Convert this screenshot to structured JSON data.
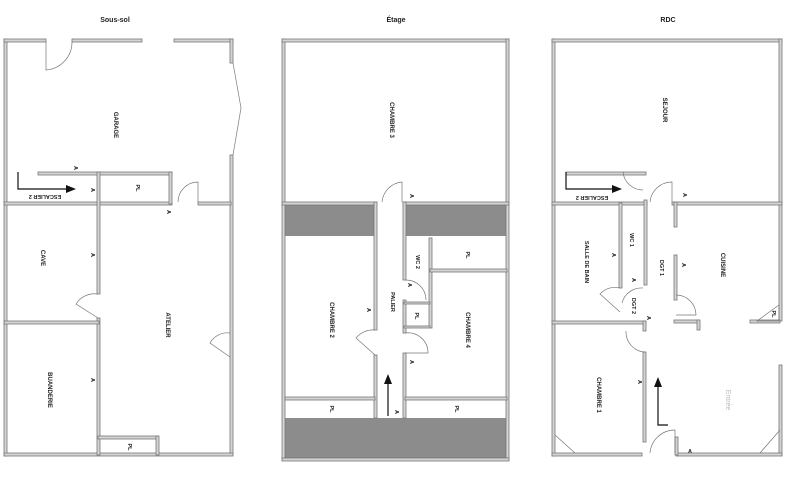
{
  "plans": [
    {
      "title": "Sous-sol",
      "rooms": {
        "garage": "GARAGE",
        "cave": "CAVE",
        "atelier": "ATELIER",
        "buanderie": "BUANDERIE",
        "escalier": "ESCALIER 2",
        "pl1": "PL",
        "pl2": "PL"
      },
      "marks": [
        "A",
        "A",
        "A",
        "A",
        "A"
      ]
    },
    {
      "title": "Étage",
      "rooms": {
        "chambre3": "CHAMBRE 3",
        "chambre2": "CHAMBRE 2",
        "palier": "PALIER",
        "wc2": "WC 2",
        "pl1": "PL",
        "pl2": "PL",
        "chambre4": "CHAMBRE 4",
        "pl3": "PL",
        "pl4": "PL"
      },
      "marks": [
        "A",
        "A",
        "A",
        "A",
        "A"
      ]
    },
    {
      "title": "RDC",
      "rooms": {
        "sejour": "SEJOUR",
        "escalier": "ESCALIER 2",
        "salle_de_bain": "SALLE DE BAIN",
        "wc1": "WC 1",
        "dgt1": "DGT 1",
        "cuisine": "CUISINE",
        "dgt2": "DGT 2",
        "chambre1": "CHAMBRE 1",
        "entree": "Entrée",
        "pl": "PL"
      },
      "marks": [
        "A",
        "A",
        "A",
        "A",
        "A",
        "A",
        "A"
      ]
    }
  ]
}
